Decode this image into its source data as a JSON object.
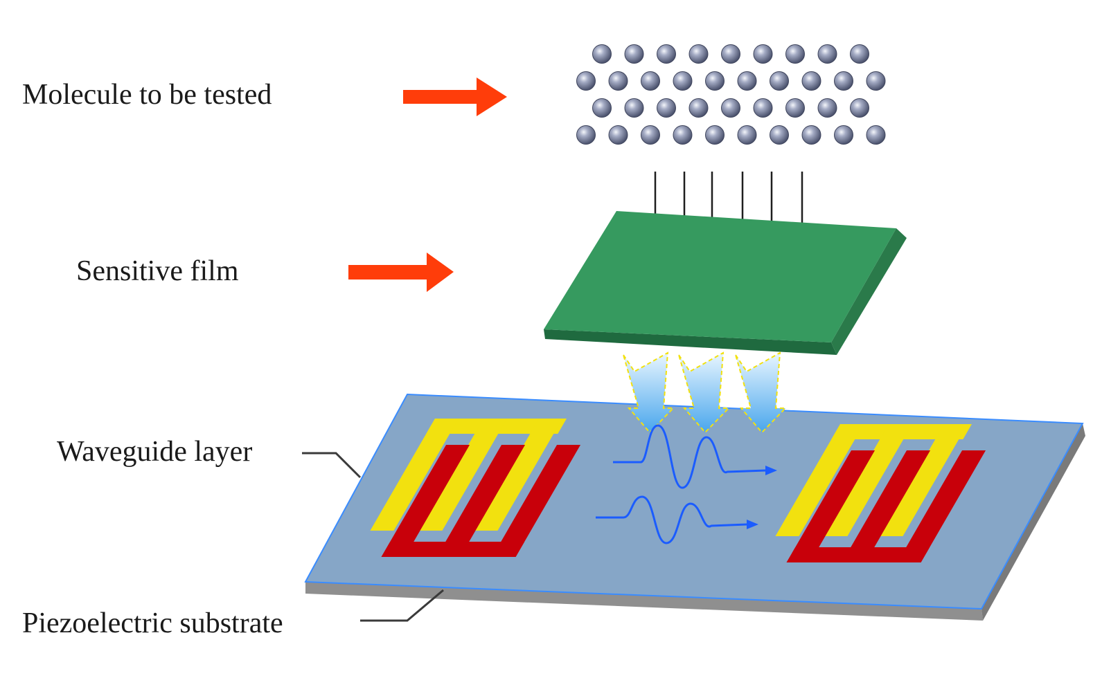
{
  "labels": {
    "molecule": "Molecule to be tested",
    "film": "Sensitive film",
    "waveguide": "Waveguide layer",
    "substrate": "Piezoelectric substrate"
  },
  "colors": {
    "pointer_arrow": "#ff3d0a",
    "film_top": "#369a5f",
    "film_side": "#1f6a3f",
    "waveguide": "#86a6c7",
    "waveguide_edge": "#3a8cff",
    "substrate_side": "#8c8c8c",
    "electrode_yellow": "#f2e10f",
    "electrode_red": "#c8000a",
    "wave": "#1b5cff",
    "molecule": "#5d6481",
    "down_arrow": "#1e1e1e"
  },
  "molecules": {
    "rows": [
      9,
      10,
      9,
      10
    ]
  },
  "down_arrows": 6,
  "interaction_arrows": 3,
  "waves": 2
}
